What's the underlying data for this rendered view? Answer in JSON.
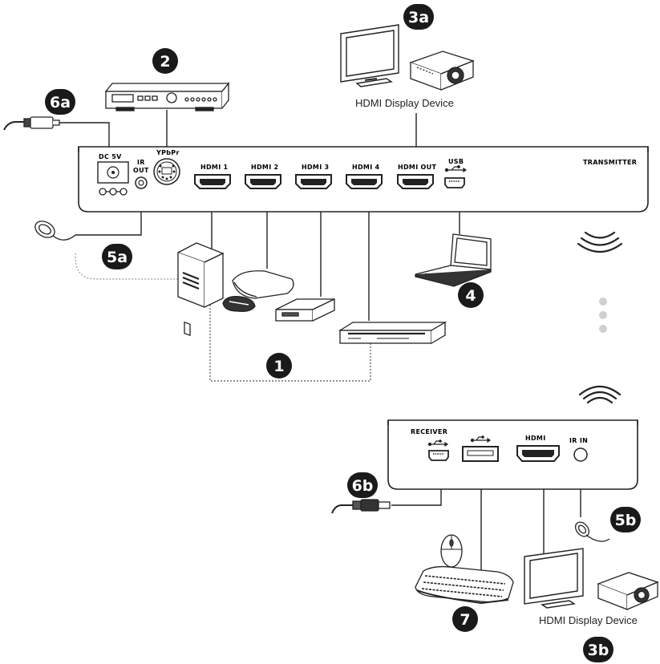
{
  "transmitter": {
    "title": "TRANSMITTER",
    "ports": {
      "dc": "DC 5V",
      "ir_top": "IR",
      "ir_bottom": "OUT",
      "ypbpr": "YPbPr",
      "hdmi1": "HDMI 1",
      "hdmi2": "HDMI 2",
      "hdmi3": "HDMI 3",
      "hdmi4": "HDMI 4",
      "hdmi_out": "HDMI OUT",
      "usb": "USB"
    }
  },
  "receiver": {
    "title": "RECEIVER",
    "ports": {
      "hdmi": "HDMI",
      "ir_in": "IR IN"
    }
  },
  "labels": {
    "display_top": "HDMI Display Device",
    "display_bottom": "HDMI Display Device"
  },
  "badges": {
    "b1": "1",
    "b2": "2",
    "b3a": "3a",
    "b3b": "3b",
    "b4": "4",
    "b5a": "5a",
    "b5b": "5b",
    "b6a": "6a",
    "b6b": "6b",
    "b7": "7"
  }
}
